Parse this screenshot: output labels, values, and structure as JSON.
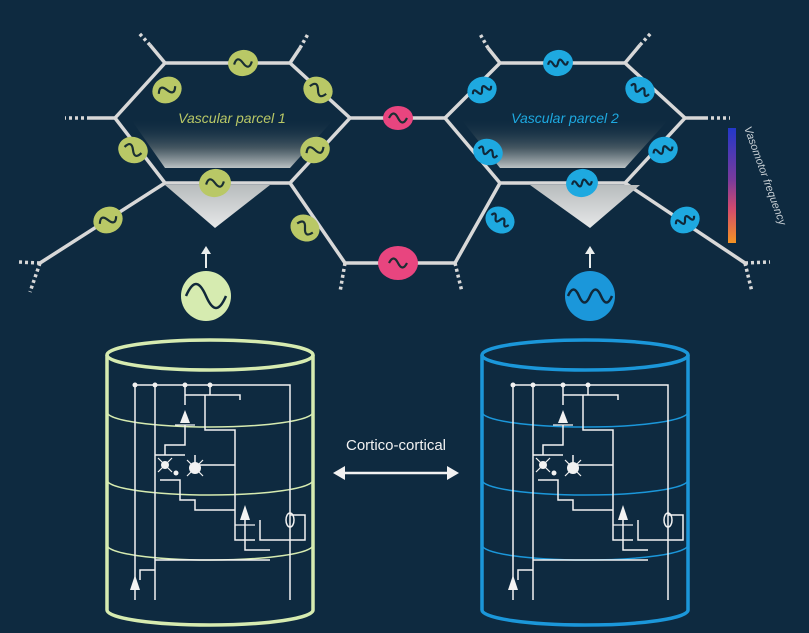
{
  "labels": {
    "parcel1": "Vascular parcel 1",
    "parcel2": "Vascular parcel 2",
    "legend": "Vasomotor frequency",
    "connection": "Cortico-cortical"
  },
  "colors": {
    "background": "#0e2a40",
    "parcel1": "#b9c866",
    "parcel2": "#1ea9e0",
    "junction": "#e8457f",
    "column1": "#d6ebb0",
    "column2": "#1b97da",
    "circuit": "#f2f2f2",
    "gradient_low": "#2338c9",
    "gradient_mid": "#c43a86",
    "gradient_high": "#f39323"
  },
  "icons": {
    "oscillation": "sine-wave-icon",
    "arrow": "double-arrow-icon",
    "neuron": "pyramidal-neuron-icon"
  }
}
